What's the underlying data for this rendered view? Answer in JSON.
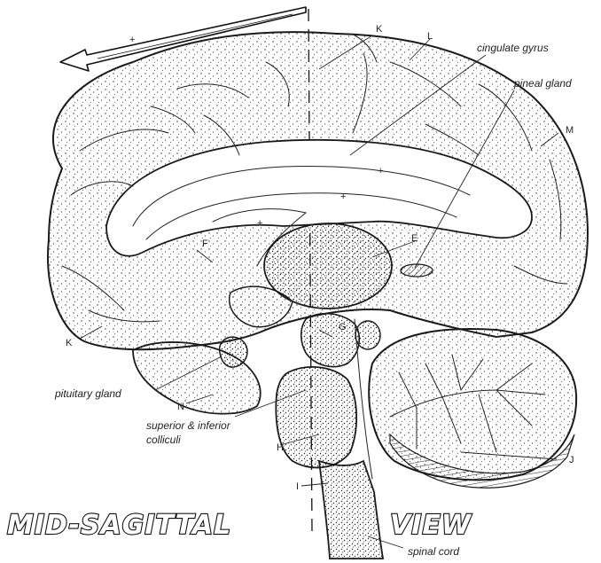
{
  "title": {
    "left": "MID-SAGITTAL",
    "right": "VIEW"
  },
  "labels": {
    "cingulate_gyrus": "cingulate gyrus",
    "pineal_gland": "pineal gland",
    "pituitary_gland": "pituitary gland",
    "colliculi_line1": "superior & inferior",
    "colliculi_line2": "colliculi",
    "spinal_cord": "spinal cord"
  },
  "letters": {
    "k_top": "K",
    "l": "L",
    "m": "M",
    "e": "E",
    "f": "F",
    "g": "G",
    "k_bottom": "K",
    "n": "N",
    "h": "H",
    "i": "I",
    "j": "J"
  },
  "colors": {
    "ink": "#1a1a1a",
    "paper": "#ffffff"
  }
}
